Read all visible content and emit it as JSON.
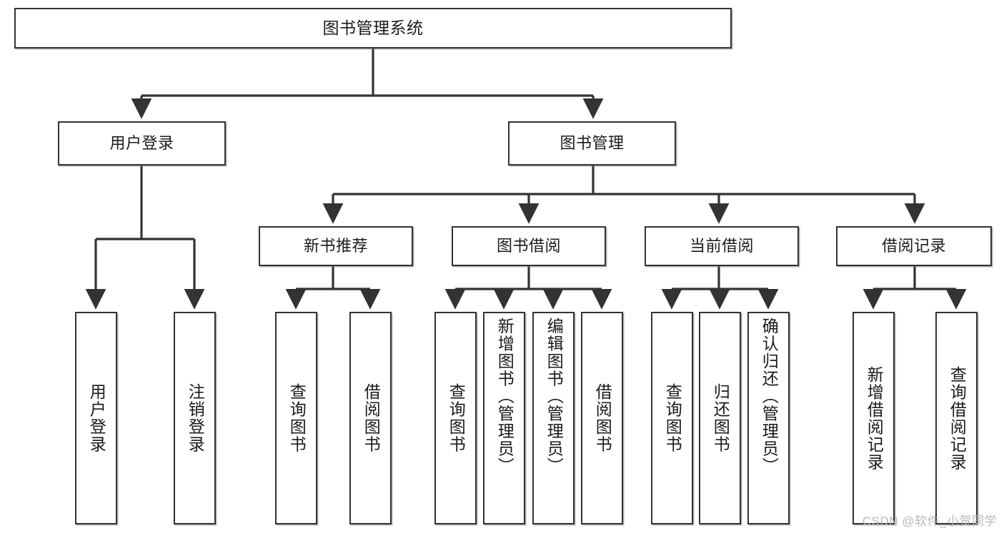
{
  "diagram": {
    "type": "tree-hierarchy-chart",
    "title": "图书管理系统",
    "watermark": "CSDN @软件_小贺同学",
    "colors": {
      "background": "#ffffff",
      "box_border": "#333333",
      "text": "#1a1a1a",
      "connector": "#333333",
      "watermark": "#b8b8b8"
    },
    "nodes": {
      "root": {
        "label": "图书管理系统"
      },
      "level2": [
        {
          "id": "user-login",
          "label": "用户登录"
        },
        {
          "id": "book-management",
          "label": "图书管理"
        }
      ],
      "level3": [
        {
          "id": "new-book-recommend",
          "label": "新书推荐"
        },
        {
          "id": "book-borrow",
          "label": "图书借阅"
        },
        {
          "id": "current-borrow",
          "label": "当前借阅"
        },
        {
          "id": "borrow-record",
          "label": "借阅记录"
        }
      ],
      "leaves": {
        "user_login": [
          {
            "id": "leaf-user-login",
            "label": "用户登录"
          },
          {
            "id": "leaf-user-logout",
            "label": "注销登录"
          }
        ],
        "new_book_recommend": [
          {
            "id": "leaf-query-book-1",
            "label": "查询图书"
          },
          {
            "id": "leaf-borrow-book-1",
            "label": "借阅图书"
          }
        ],
        "book_borrow": [
          {
            "id": "leaf-query-book-2",
            "label": "查询图书"
          },
          {
            "id": "leaf-add-book",
            "label": "新增图书（管理员）"
          },
          {
            "id": "leaf-edit-book",
            "label": "编辑图书（管理员）"
          },
          {
            "id": "leaf-borrow-book-2",
            "label": "借阅图书"
          }
        ],
        "current_borrow": [
          {
            "id": "leaf-query-book-3",
            "label": "查询图书"
          },
          {
            "id": "leaf-return-book",
            "label": "归还图书"
          },
          {
            "id": "leaf-confirm-return",
            "label": "确认归还（管理员）"
          }
        ],
        "borrow_record": [
          {
            "id": "leaf-add-record",
            "label": "新增借阅记录"
          },
          {
            "id": "leaf-query-record",
            "label": "查询借阅记录"
          }
        ]
      }
    }
  }
}
